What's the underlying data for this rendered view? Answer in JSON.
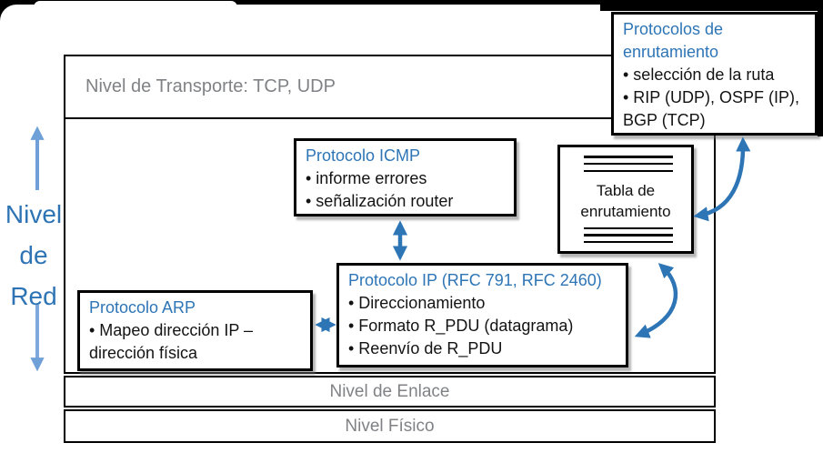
{
  "colors": {
    "accent_blue": "#2E75B6",
    "light_blue": "#5B9BD5",
    "gray_text": "#808285"
  },
  "layers": {
    "transport": "Nivel de Transporte: TCP, UDP",
    "link": "Nivel de Enlace",
    "physical": "Nivel Físico"
  },
  "side_label": {
    "l1": "Nivel",
    "l2": "de",
    "l3": "Red"
  },
  "boxes": {
    "icmp": {
      "title": "Protocolo ICMP",
      "b1": "• informe errores",
      "b2": "• señalización router"
    },
    "ip": {
      "title": "Protocolo IP (RFC 791, RFC 2460)",
      "b1": "• Direccionamiento",
      "b2": "• Formato R_PDU (datagrama)",
      "b3": "• Reenvío de R_PDU"
    },
    "arp": {
      "title": "Protocolo ARP",
      "b1": "• Mapeo dirección IP – dirección física"
    },
    "routing_table": {
      "label": "Tabla de enrutamiento"
    },
    "routing_protocols": {
      "title": "Protocolos de enrutamiento",
      "b1": "• selección de la ruta",
      "b2": "• RIP (UDP), OSPF (IP), BGP (TCP)"
    }
  }
}
